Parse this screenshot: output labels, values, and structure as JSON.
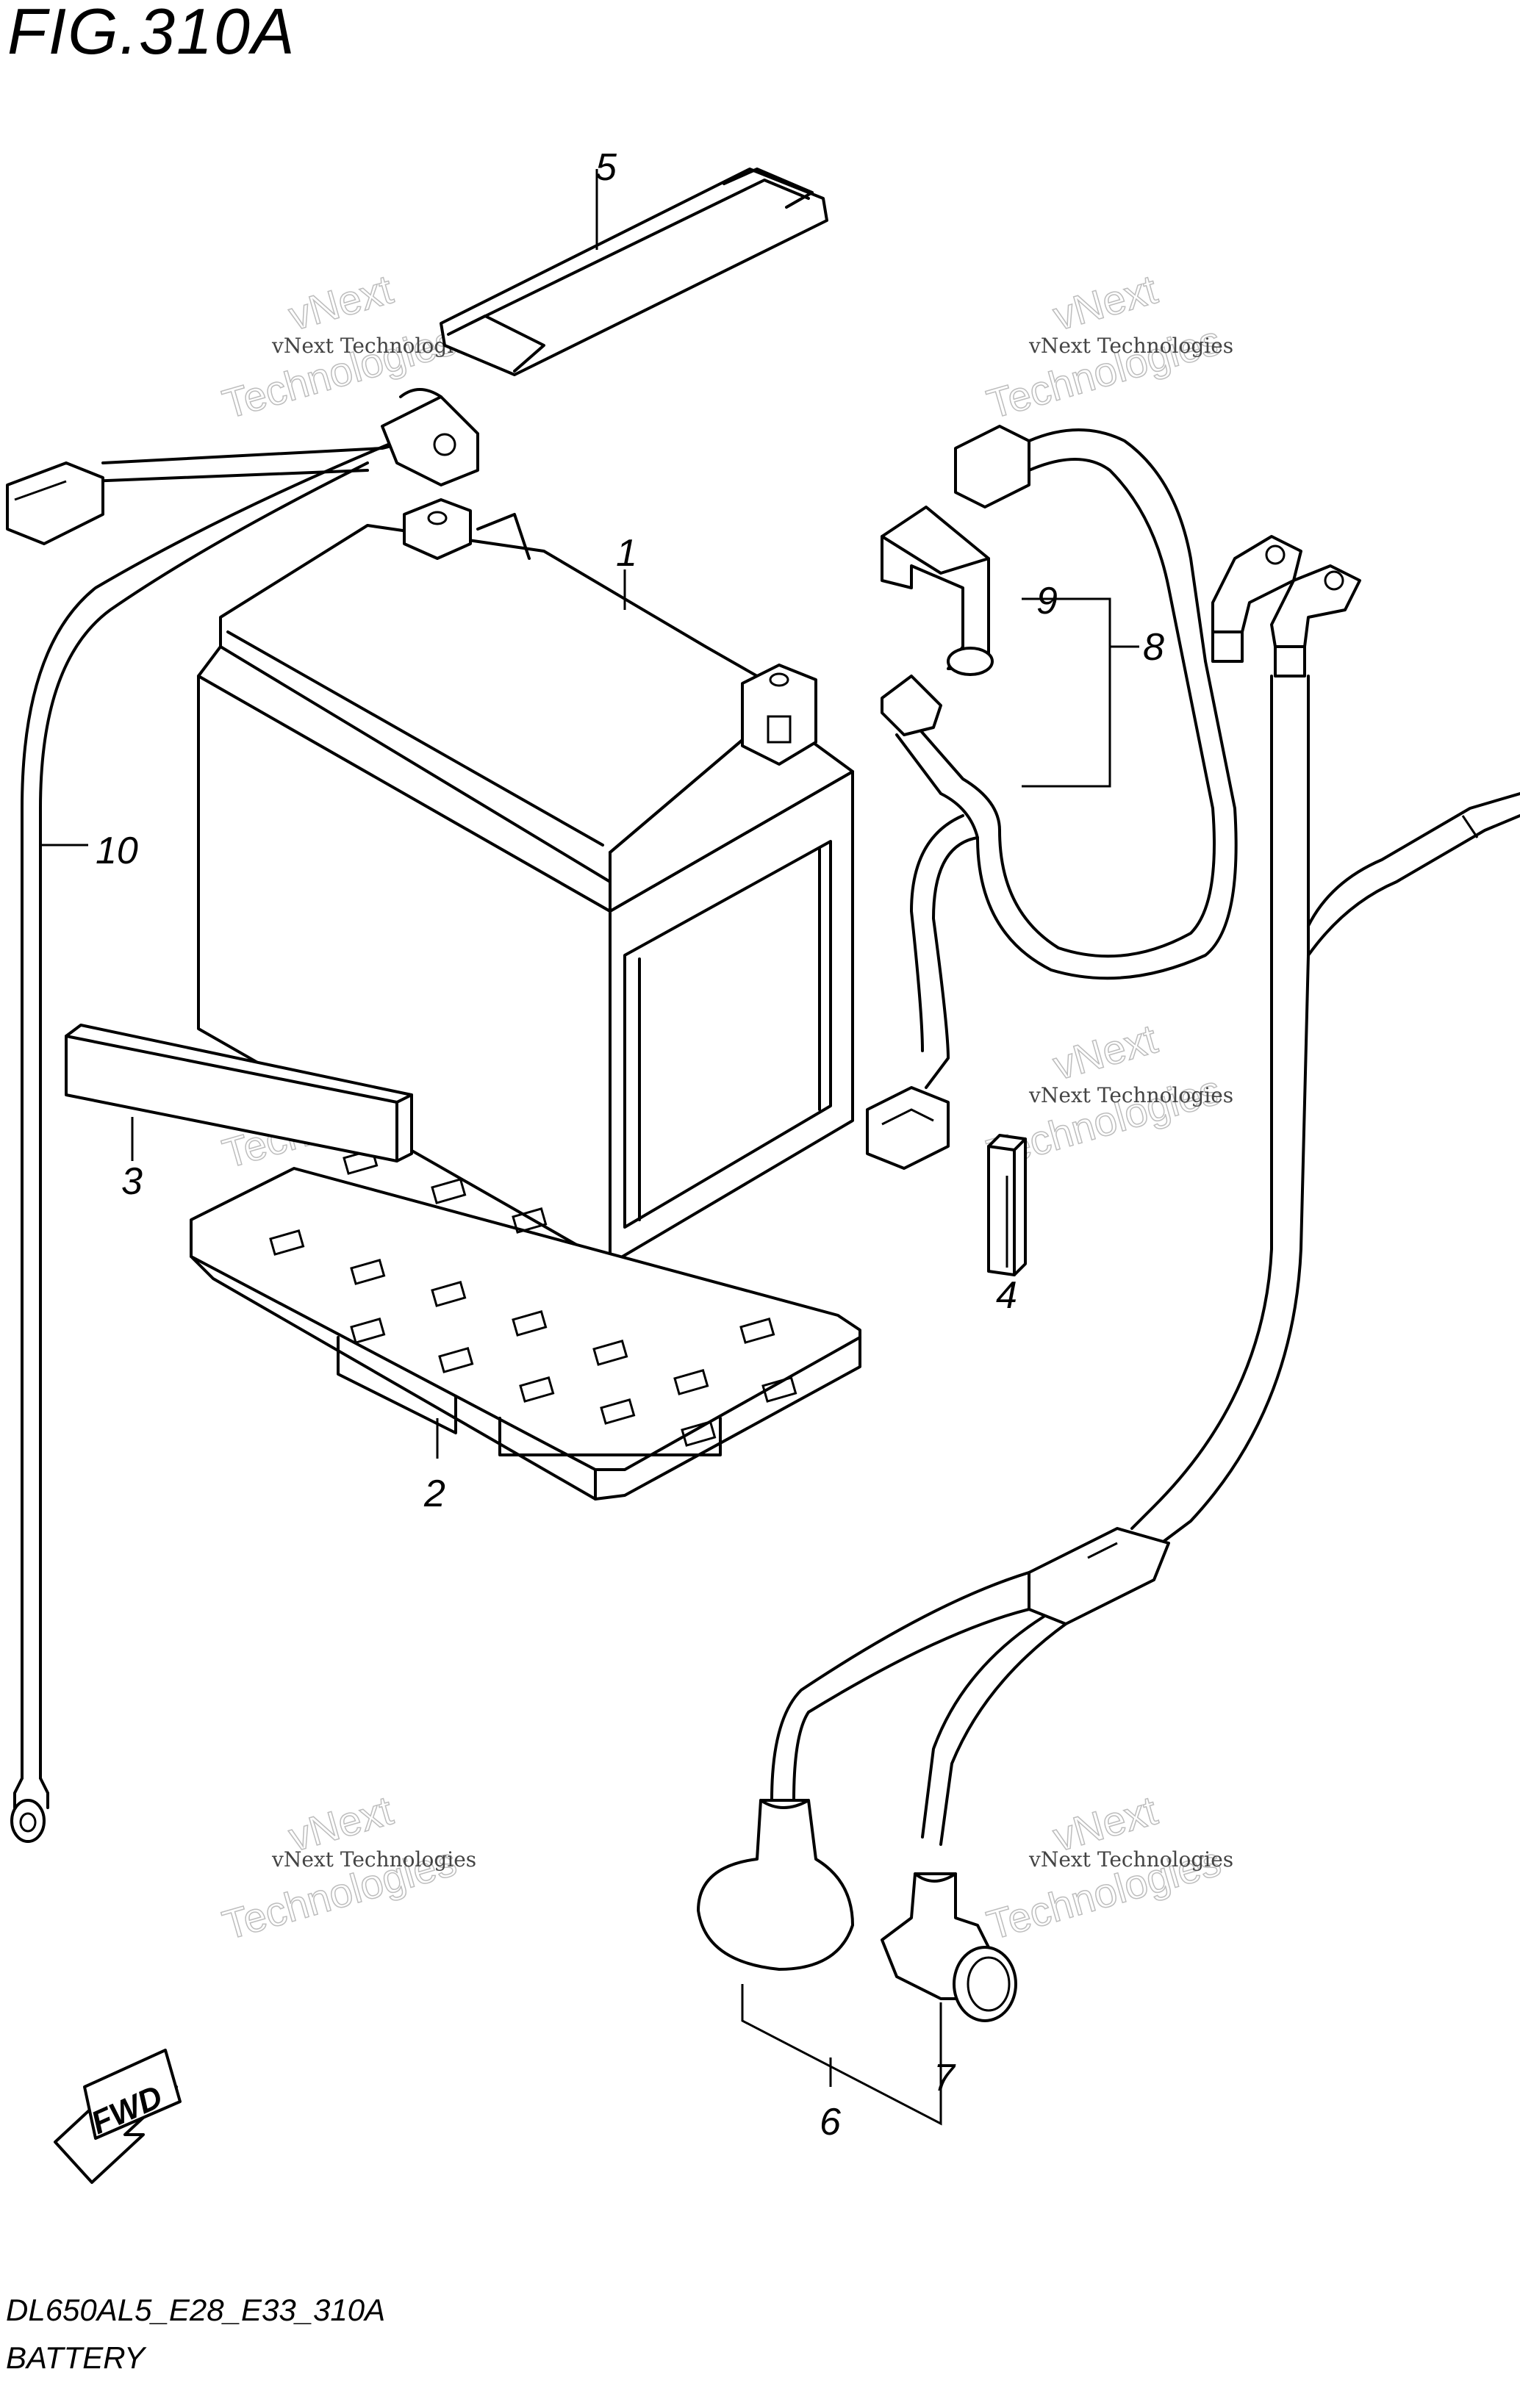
{
  "figure": {
    "title": "FIG.310A",
    "code": "DL650AL5_E28_E33_310A",
    "name": "BATTERY"
  },
  "callouts": [
    "1",
    "2",
    "3",
    "4",
    "5",
    "6",
    "7",
    "8",
    "9",
    "10"
  ],
  "watermark": {
    "small": "vNext Technologies",
    "big_line1": "vNext",
    "big_line2": "Technologies"
  },
  "direction_label": "FWD",
  "parts_depicted": [
    {
      "callout": "1",
      "icon": "battery-icon"
    },
    {
      "callout": "2",
      "icon": "battery-tray-icon"
    },
    {
      "callout": "3",
      "icon": "pad-icon"
    },
    {
      "callout": "4",
      "icon": "small-pad-icon"
    },
    {
      "callout": "5",
      "icon": "battery-band-icon"
    },
    {
      "callout": "6",
      "icon": "main-harness-icon"
    },
    {
      "callout": "7",
      "icon": "terminal-cover-icon"
    },
    {
      "callout": "8",
      "icon": "cable-assembly-icon"
    },
    {
      "callout": "9",
      "icon": "terminal-cap-icon"
    },
    {
      "callout": "10",
      "icon": "ground-cable-icon"
    }
  ]
}
